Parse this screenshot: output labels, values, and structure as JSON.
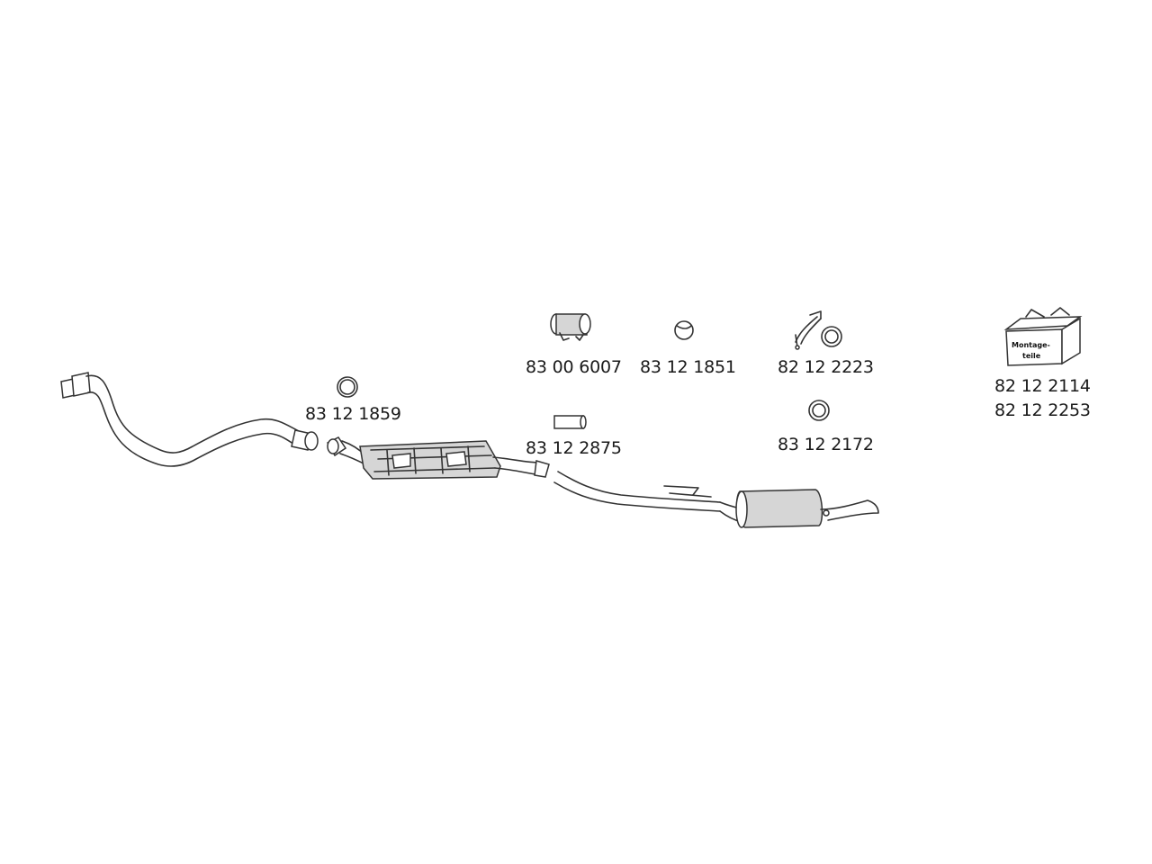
{
  "parts": {
    "ring_clamp_1859": "83 12 1859",
    "clamp_6007": "83 00 6007",
    "ring_1851": "83 12 1851",
    "hanger_set_2223": "82 12 2223",
    "pipe_sleeve_2875": "83 12 2875",
    "ring_2172": "83 12 2172",
    "mounting_kit_a": "82 12 2114",
    "mounting_kit_b": "82 12 2253"
  },
  "mounting_box": {
    "line1": "Montage-",
    "line2": "teile"
  }
}
